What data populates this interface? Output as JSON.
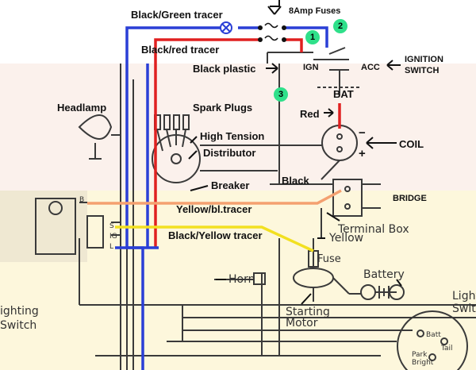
{
  "labels": {
    "black_green_tracer": "Black/Green tracer",
    "fuses": "8Amp Fuses",
    "black_red_tracer": "Black/red tracer",
    "black_plastic": "Black plastic",
    "ign": "IGN",
    "acc": "ACC",
    "ignition_switch": "IGNITION\nSWITCH",
    "bat": "BAT",
    "headlamp": "Headlamp",
    "spark_plugs": "Spark Plugs",
    "high_tension": "High Tension",
    "distributor": "Distributor",
    "red": "Red",
    "coil": "COIL",
    "minus": "−",
    "plus": "+",
    "breaker": "Breaker",
    "black": "Black",
    "bridge": "BRIDGE",
    "yellow_bl_tracer": "Yellow/bl.tracer",
    "terminal_box": "Terminal Box",
    "black_yellow_tracer": "Black/Yellow tracer",
    "yellow": "Yellow",
    "fuse": "Fuse",
    "horn": "Horn",
    "battery": "Battery",
    "starting_motor": "Starting\nMotor",
    "lighting_switch_partial": "Light\nSwit",
    "lighting_partial": "ighting\nSwitch",
    "batt": "Batt",
    "tail": "Tail",
    "park_bright": "Park\nBright",
    "alt_b": "B",
    "alt_s": "S",
    "alt_ig": "IG",
    "alt_l": "L"
  },
  "badges": [
    "1",
    "2",
    "3"
  ],
  "colors": {
    "blue_wire": "#2a3fd6",
    "red_wire": "#e02020",
    "orange_wire": "#f4a070",
    "yellow_wire": "#f2e020",
    "badge_green": "#2fe08a",
    "ink": "#333333"
  }
}
